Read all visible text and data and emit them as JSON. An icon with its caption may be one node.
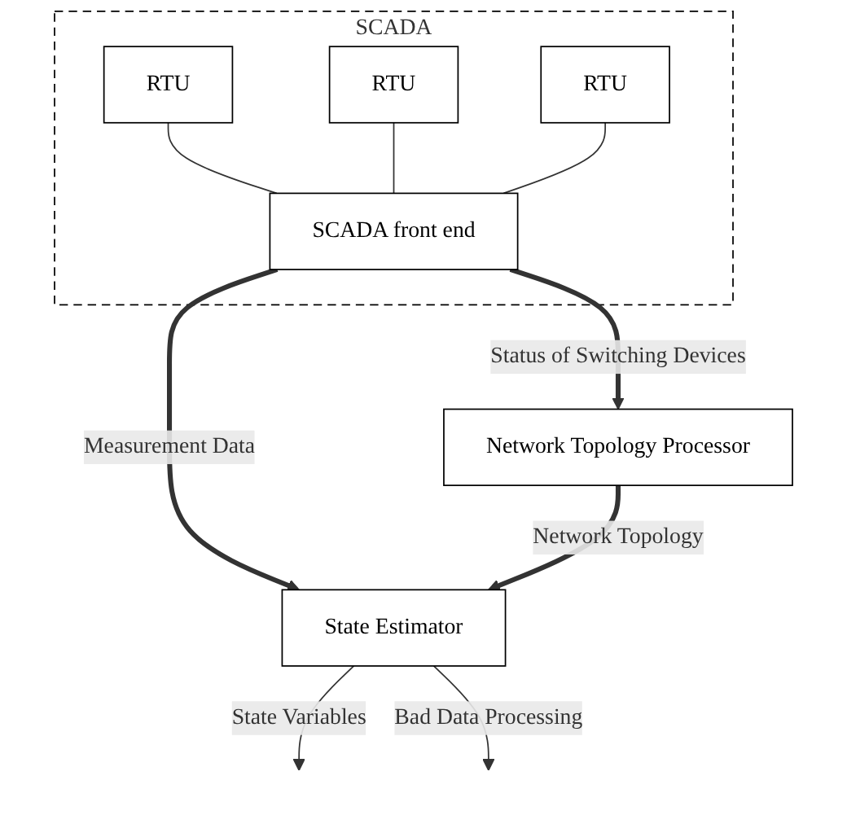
{
  "diagram": {
    "nodes": [
      {
        "text": [
          "SCADA"
        ]
      },
      {
        "text": [
          "RTU"
        ],
        "in": 0
      },
      {
        "text": [
          "RTU"
        ],
        "in": 0
      },
      {
        "text": [
          "RTU"
        ],
        "in": 0
      },
      {
        "text": [
          "SCADA front end"
        ],
        "in": 0
      },
      {
        "text": [
          "State Estimator"
        ]
      },
      {
        "text": [
          "Network Topology Processor"
        ]
      }
    ],
    "edges": [
      {
        "from": 1,
        "to": 4,
        "arrow": "none"
      },
      {
        "from": 2,
        "to": 4,
        "arrow": "none"
      },
      {
        "from": 3,
        "to": 4,
        "arrow": "none"
      },
      {
        "from": 4,
        "to": 5,
        "arrow": "to",
        "label": "Measurement Data",
        "style": "thick"
      },
      {
        "from": 4,
        "to": 6,
        "arrow": "to",
        "label": "Status of Switching Devices",
        "style": "thick"
      },
      {
        "from": 6,
        "to": 5,
        "arrow": "to",
        "label": "Network Topology",
        "style": "thick"
      },
      {
        "from": 5,
        "to": null,
        "arrow": "to",
        "label": "State Variables"
      },
      {
        "from": 5,
        "to": null,
        "arrow": "to",
        "label": "Bad Data Processing"
      }
    ]
  }
}
